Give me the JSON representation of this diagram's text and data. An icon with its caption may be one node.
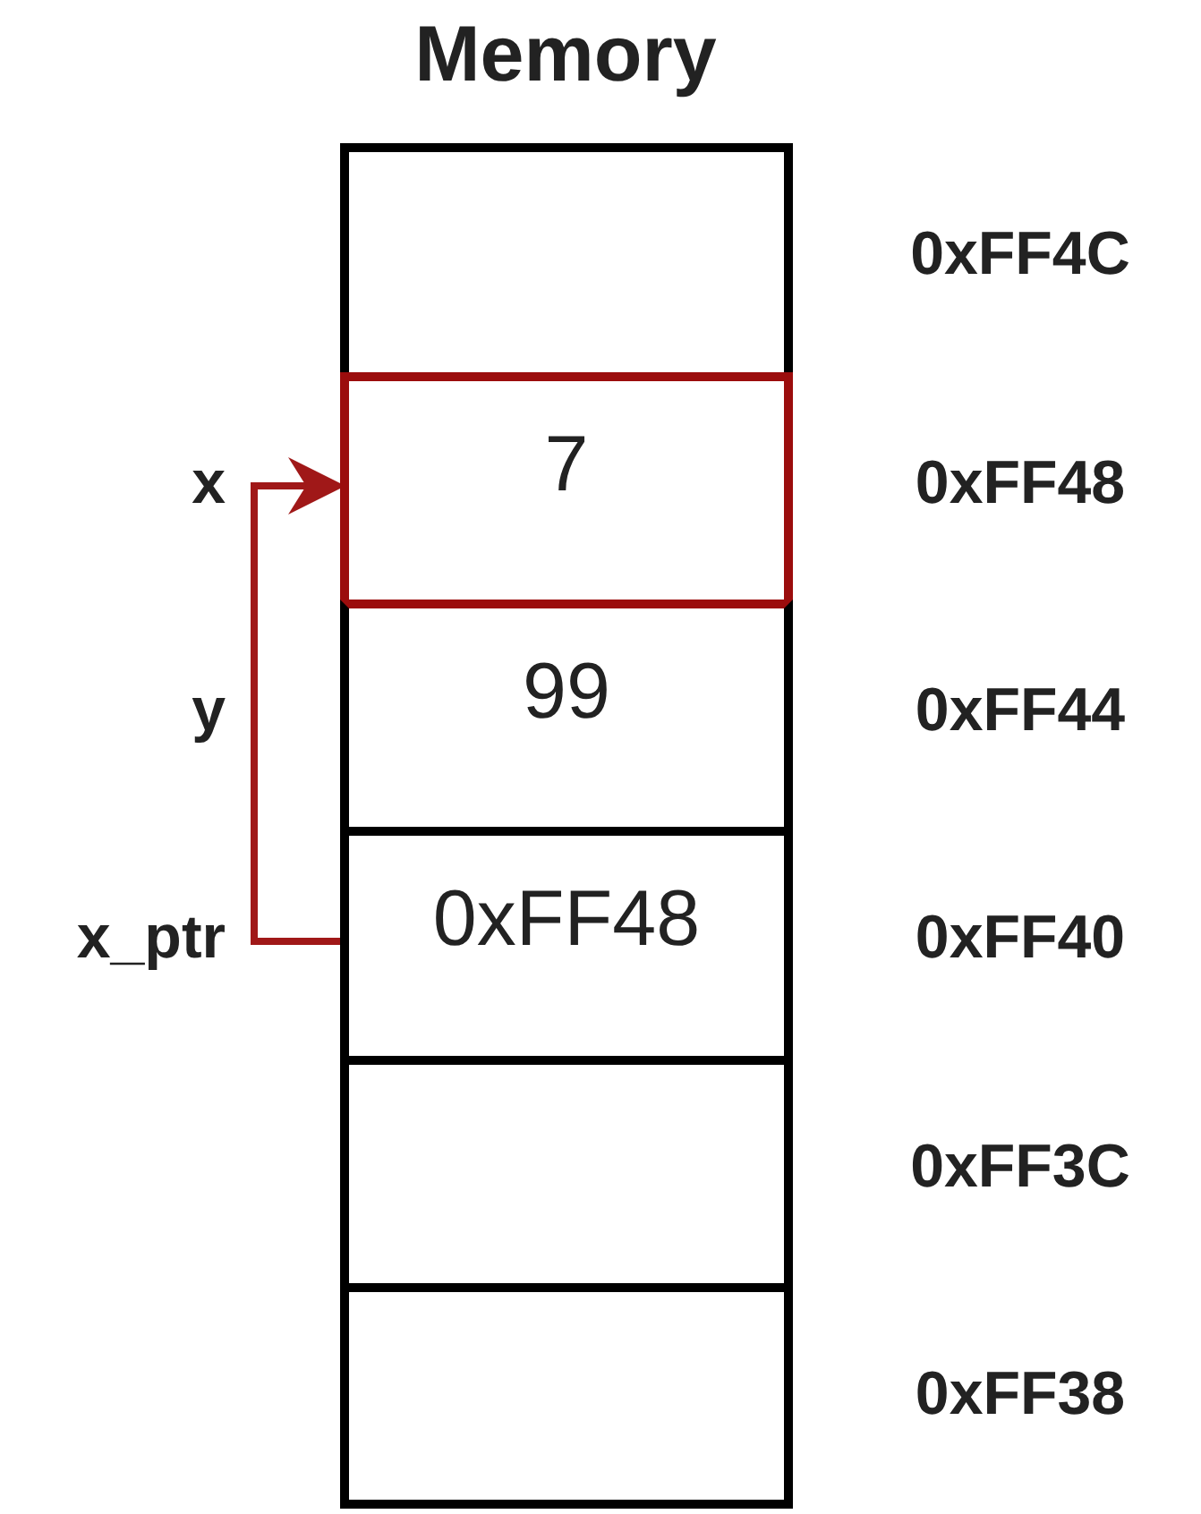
{
  "diagram": {
    "title": "Memory",
    "nodes": [
      {
        "text": [],
        "shape": "box",
        "beside": [
          "0xFF4C"
        ]
      },
      {
        "text": [
          "7"
        ],
        "beside": [
          "x",
          "0xFF48"
        ]
      },
      {
        "text": [
          "99"
        ],
        "beside": [
          "y",
          "0xFF44"
        ]
      },
      {
        "text": [
          "0xFF48"
        ],
        "beside": [
          "x_ptr",
          "0xFF40"
        ]
      },
      {
        "text": [],
        "shape": "box",
        "beside": [
          "0xFF3C"
        ]
      },
      {
        "text": [],
        "shape": "box",
        "beside": [
          "0xFF38"
        ]
      }
    ],
    "edges": [
      {
        "from": 3,
        "to": 1,
        "arrow": "to",
        "color": "#a01818"
      }
    ]
  }
}
